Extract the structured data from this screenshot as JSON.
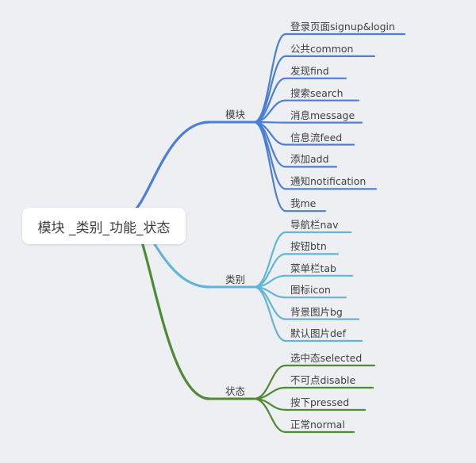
{
  "root": {
    "label": "模块 _类别_功能_状态"
  },
  "branches": [
    {
      "label": "模块",
      "color": "#4a7fd8",
      "children": [
        "登录页面signup&login",
        "公共common",
        "发现find",
        "搜索search",
        "消息message",
        "信息流feed",
        "添加add",
        "通知notification",
        "我me"
      ]
    },
    {
      "label": "类别",
      "color": "#62b6d5",
      "children": [
        "导航栏nav",
        "按钮btn",
        "菜单栏tab",
        "图标icon",
        "背景图片bg",
        "默认图片def"
      ]
    },
    {
      "label": "状态",
      "color": "#4f8a34",
      "children": [
        "选中态selected",
        "不可点disable",
        "按下pressed",
        "正常normal"
      ]
    }
  ]
}
